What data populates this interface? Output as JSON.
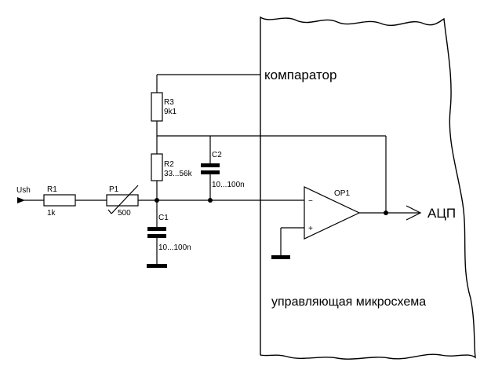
{
  "chip": {
    "comparator_label": "компаратор",
    "chip_label": "управляющая микросхема",
    "adc_label": "АЦП"
  },
  "components": {
    "input": {
      "name": "Ush"
    },
    "r1": {
      "name": "R1",
      "value": "1k"
    },
    "p1": {
      "name": "P1",
      "value": "500"
    },
    "r2": {
      "name": "R2",
      "value": "33...56k"
    },
    "r3": {
      "name": "R3",
      "value": "9k1"
    },
    "c1": {
      "name": "C1",
      "value": "10...100n"
    },
    "c2": {
      "name": "C2",
      "value": "10...100n"
    },
    "op1": {
      "name": "OP1",
      "minus": "−",
      "plus": "+"
    }
  }
}
